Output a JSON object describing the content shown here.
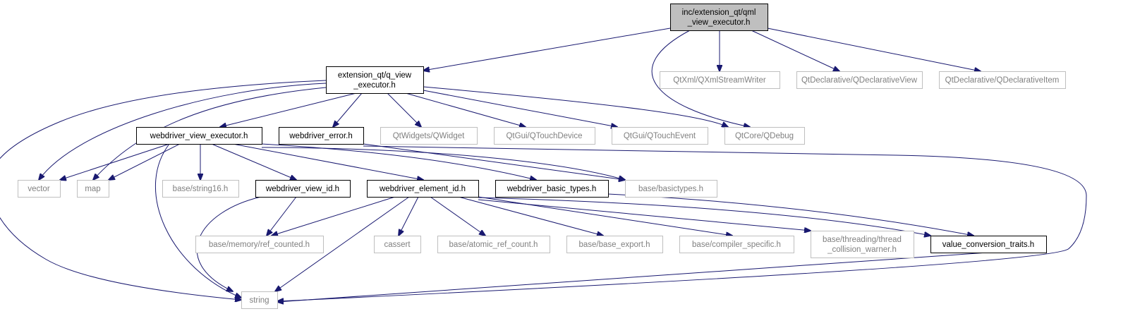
{
  "diagram": {
    "nodes": [
      {
        "id": "root",
        "lines": [
          "inc/extension_qt/qml",
          "_view_executor.h"
        ],
        "style": "root"
      },
      {
        "id": "q_view_executor",
        "lines": [
          "extension_qt/q_view",
          "_executor.h"
        ],
        "style": "documented"
      },
      {
        "id": "qxmlstreamwriter",
        "lines": [
          "QtXml/QXmlStreamWriter"
        ],
        "style": "external"
      },
      {
        "id": "qdeclarativeview",
        "lines": [
          "QtDeclarative/QDeclarativeView"
        ],
        "style": "external"
      },
      {
        "id": "qdeclarativeitem",
        "lines": [
          "QtDeclarative/QDeclarativeItem"
        ],
        "style": "external"
      },
      {
        "id": "webdriver_view_executor",
        "lines": [
          "webdriver_view_executor.h"
        ],
        "style": "documented"
      },
      {
        "id": "webdriver_error",
        "lines": [
          "webdriver_error.h"
        ],
        "style": "documented"
      },
      {
        "id": "qwidget",
        "lines": [
          "QtWidgets/QWidget"
        ],
        "style": "external"
      },
      {
        "id": "qtouchdevice",
        "lines": [
          "QtGui/QTouchDevice"
        ],
        "style": "external"
      },
      {
        "id": "qtouchevent",
        "lines": [
          "QtGui/QTouchEvent"
        ],
        "style": "external"
      },
      {
        "id": "qdebug",
        "lines": [
          "QtCore/QDebug"
        ],
        "style": "external"
      },
      {
        "id": "vector",
        "lines": [
          "vector"
        ],
        "style": "external"
      },
      {
        "id": "map",
        "lines": [
          "map"
        ],
        "style": "external"
      },
      {
        "id": "string16",
        "lines": [
          "base/string16.h"
        ],
        "style": "external"
      },
      {
        "id": "webdriver_view_id",
        "lines": [
          "webdriver_view_id.h"
        ],
        "style": "documented"
      },
      {
        "id": "webdriver_element_id",
        "lines": [
          "webdriver_element_id.h"
        ],
        "style": "documented"
      },
      {
        "id": "webdriver_basic_types",
        "lines": [
          "webdriver_basic_types.h"
        ],
        "style": "documented"
      },
      {
        "id": "basictypes",
        "lines": [
          "base/basictypes.h"
        ],
        "style": "external"
      },
      {
        "id": "ref_counted",
        "lines": [
          "base/memory/ref_counted.h"
        ],
        "style": "external"
      },
      {
        "id": "cassert",
        "lines": [
          "cassert"
        ],
        "style": "external"
      },
      {
        "id": "atomic_ref_count",
        "lines": [
          "base/atomic_ref_count.h"
        ],
        "style": "external"
      },
      {
        "id": "base_export",
        "lines": [
          "base/base_export.h"
        ],
        "style": "external"
      },
      {
        "id": "compiler_specific",
        "lines": [
          "base/compiler_specific.h"
        ],
        "style": "external"
      },
      {
        "id": "thread_collision_warner",
        "lines": [
          "base/threading/thread",
          "_collision_warner.h"
        ],
        "style": "external"
      },
      {
        "id": "value_conversion_traits",
        "lines": [
          "value_conversion_traits.h"
        ],
        "style": "documented"
      },
      {
        "id": "string",
        "lines": [
          "string"
        ],
        "style": "external"
      }
    ],
    "edges": [
      {
        "from": "root",
        "to": "q_view_executor"
      },
      {
        "from": "root",
        "to": "qdebug"
      },
      {
        "from": "root",
        "to": "qxmlstreamwriter"
      },
      {
        "from": "root",
        "to": "qdeclarativeview"
      },
      {
        "from": "root",
        "to": "qdeclarativeitem"
      },
      {
        "from": "q_view_executor",
        "to": "webdriver_view_executor"
      },
      {
        "from": "q_view_executor",
        "to": "webdriver_error"
      },
      {
        "from": "q_view_executor",
        "to": "qwidget"
      },
      {
        "from": "q_view_executor",
        "to": "qtouchdevice"
      },
      {
        "from": "q_view_executor",
        "to": "qtouchevent"
      },
      {
        "from": "q_view_executor",
        "to": "qdebug"
      },
      {
        "from": "q_view_executor",
        "to": "vector"
      },
      {
        "from": "q_view_executor",
        "to": "map"
      },
      {
        "from": "q_view_executor",
        "to": "string"
      },
      {
        "from": "webdriver_view_executor",
        "to": "vector"
      },
      {
        "from": "webdriver_view_executor",
        "to": "map"
      },
      {
        "from": "webdriver_view_executor",
        "to": "string"
      },
      {
        "from": "webdriver_view_executor",
        "to": "string16"
      },
      {
        "from": "webdriver_view_executor",
        "to": "webdriver_view_id"
      },
      {
        "from": "webdriver_view_executor",
        "to": "webdriver_element_id"
      },
      {
        "from": "webdriver_view_executor",
        "to": "webdriver_basic_types"
      },
      {
        "from": "webdriver_view_executor",
        "to": "basictypes"
      },
      {
        "from": "webdriver_error",
        "to": "basictypes"
      },
      {
        "from": "webdriver_error",
        "to": "string"
      },
      {
        "from": "webdriver_view_id",
        "to": "ref_counted"
      },
      {
        "from": "webdriver_view_id",
        "to": "string"
      },
      {
        "from": "webdriver_element_id",
        "to": "ref_counted"
      },
      {
        "from": "webdriver_element_id",
        "to": "string"
      },
      {
        "from": "webdriver_element_id",
        "to": "cassert"
      },
      {
        "from": "webdriver_element_id",
        "to": "atomic_ref_count"
      },
      {
        "from": "webdriver_element_id",
        "to": "base_export"
      },
      {
        "from": "webdriver_element_id",
        "to": "compiler_specific"
      },
      {
        "from": "webdriver_element_id",
        "to": "thread_collision_warner"
      },
      {
        "from": "webdriver_element_id",
        "to": "value_conversion_traits"
      },
      {
        "from": "webdriver_basic_types",
        "to": "value_conversion_traits"
      },
      {
        "from": "value_conversion_traits",
        "to": "string"
      }
    ]
  }
}
